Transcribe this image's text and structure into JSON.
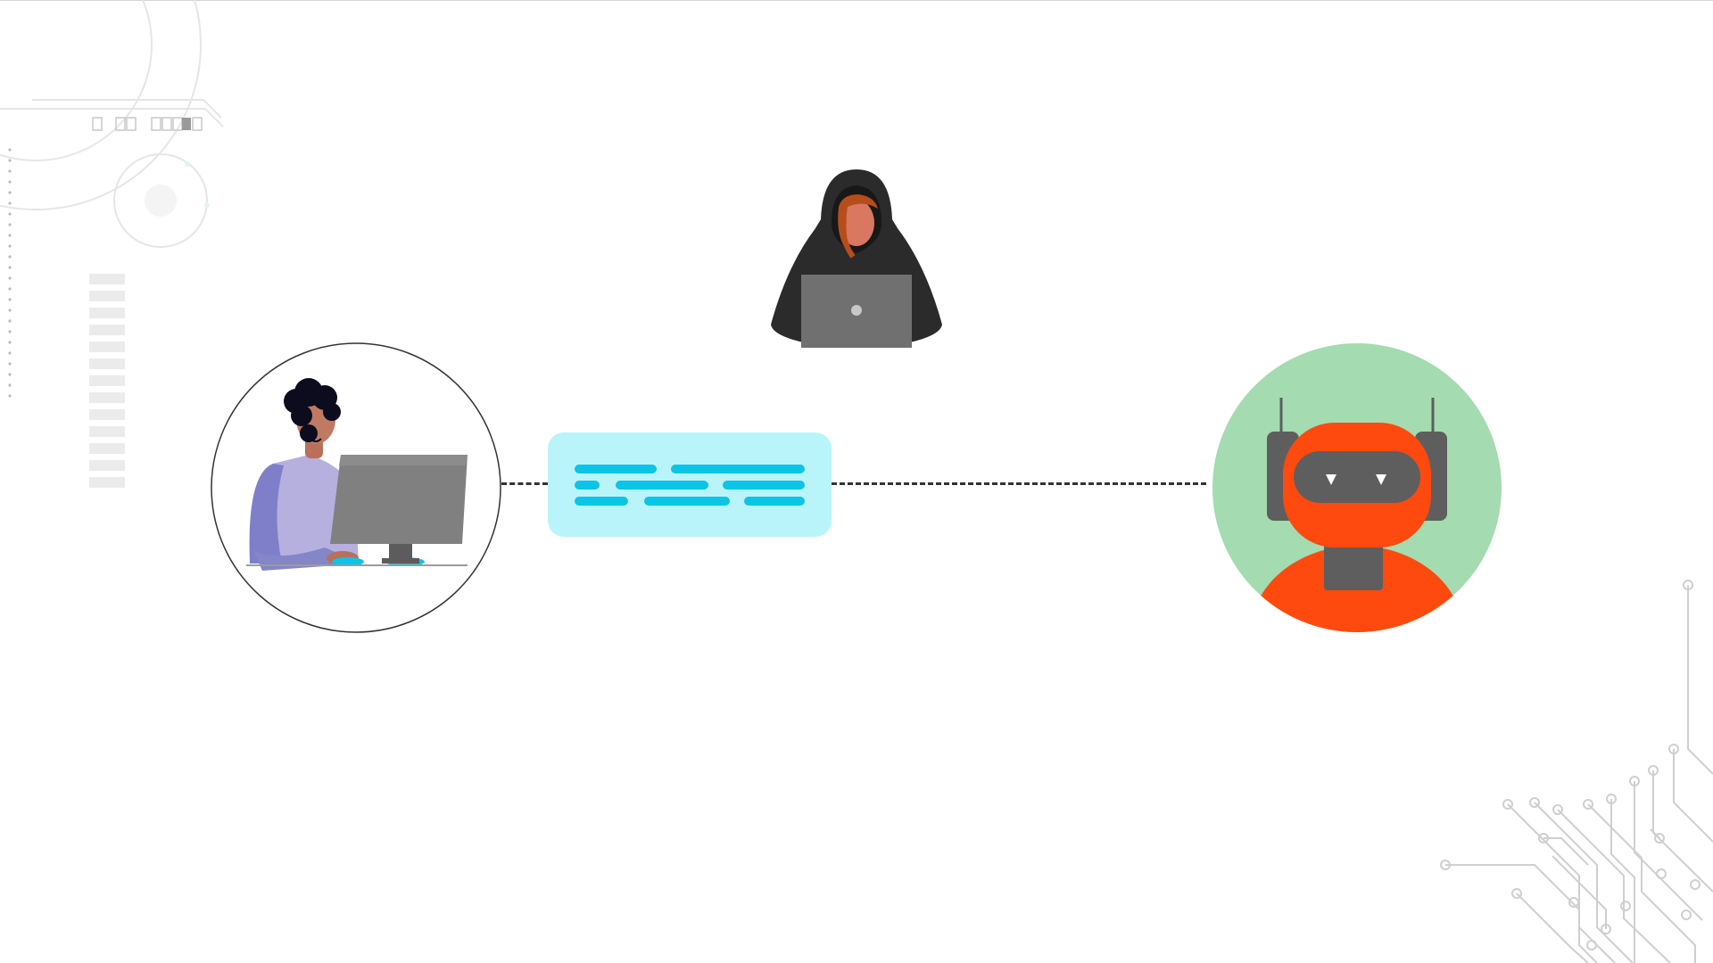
{
  "diagram": {
    "nodes": [
      {
        "id": "sender",
        "role": "user-at-computer"
      },
      {
        "id": "eavesdropper",
        "role": "hooded-hacker-with-laptop"
      },
      {
        "id": "receiver",
        "role": "robot-chatbot"
      }
    ],
    "edges": [
      {
        "from": "sender",
        "to": "receiver",
        "style": "dashed",
        "carries": "message-bubble"
      }
    ]
  },
  "colors": {
    "background": "#ffffff",
    "bubble_fill": "#b9f4fb",
    "bubble_lines": "#0ec4e5",
    "robot_circle": "#a4dbb0",
    "robot_body": "#ff4a0f",
    "robot_visor": "#5e5e5e",
    "hacker_hood": "#2b2b2b",
    "laptop": "#6f6f6f",
    "monitor": "#808080",
    "person_shirt": "#b6b0de",
    "connector": "#333333"
  },
  "icons": [
    "person-at-computer-icon",
    "hacker-icon",
    "robot-icon",
    "circuit-decoration-icon",
    "hud-decoration-icon"
  ]
}
